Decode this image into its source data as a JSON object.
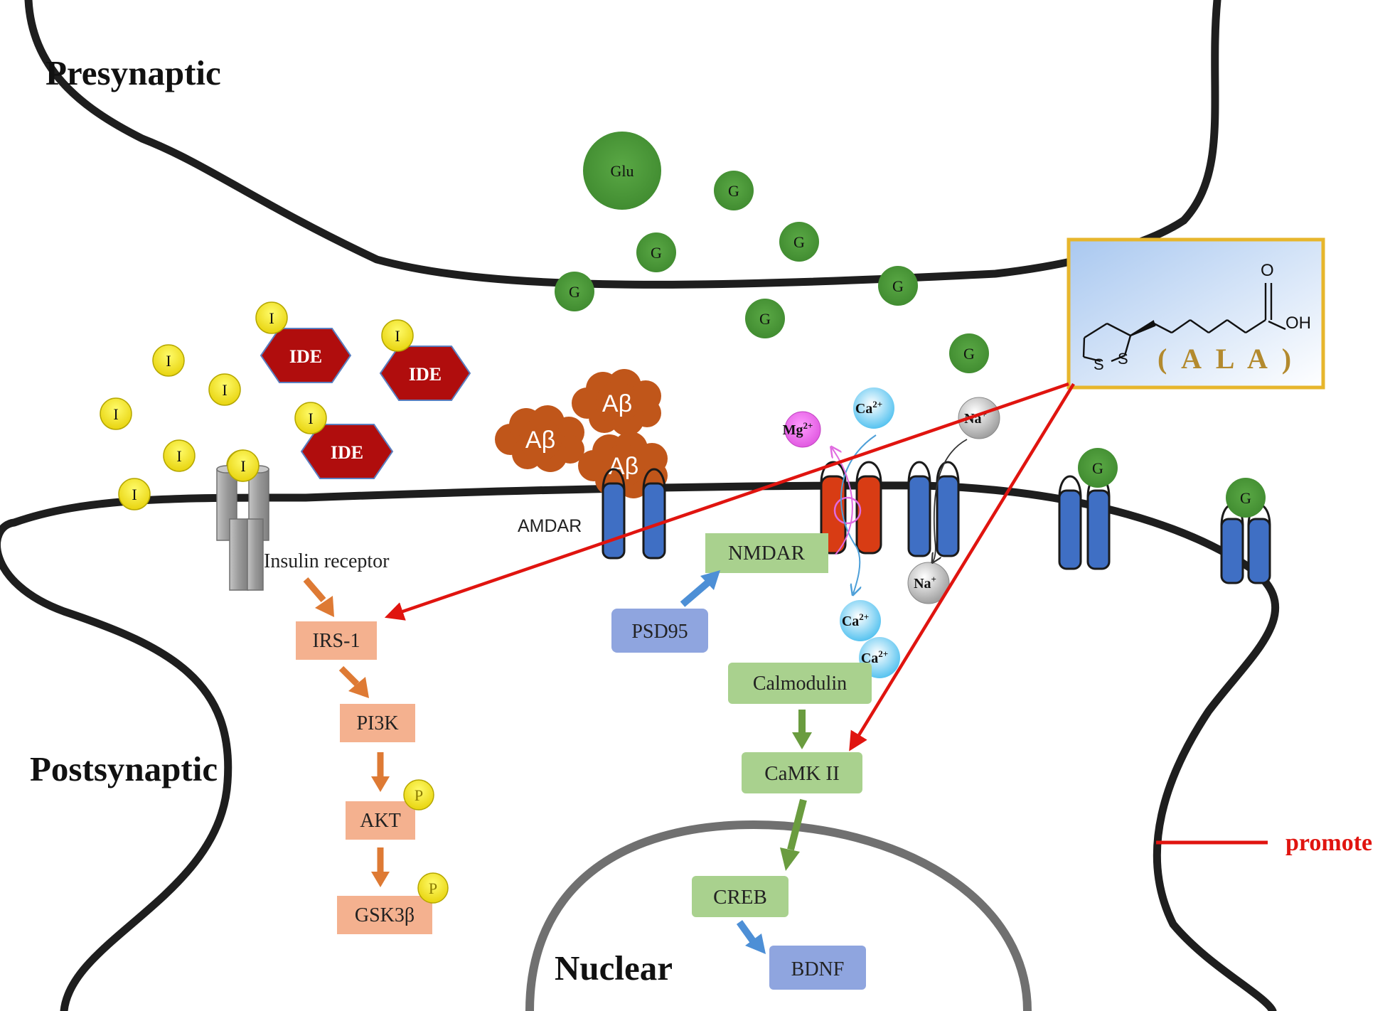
{
  "regions": {
    "presynaptic": "Presynaptic",
    "postsynaptic": "Postsynaptic",
    "nuclear": "Nuclear"
  },
  "molecules": {
    "glu": "Glu",
    "g": "G",
    "i": "I",
    "ide": "IDE",
    "abeta": "Aβ",
    "p": "P",
    "ca_base": "Ca",
    "ca_sup": "2+",
    "mg_base": "Mg",
    "mg_sup": "2+",
    "na_base": "Na",
    "na_sup": "+"
  },
  "labels": {
    "amdar": "AMDAR",
    "insulin_receptor": "Insulin receptor"
  },
  "boxes": {
    "irs1": "IRS-1",
    "pi3k": "PI3K",
    "akt": "AKT",
    "gsk3b": "GSK3β",
    "nmdar": "NMDAR",
    "psd95": "PSD95",
    "calmodulin": "Calmodulin",
    "camk2": "CaMK II",
    "creb": "CREB",
    "bdnf": "BDNF"
  },
  "ala": {
    "oh": "OH",
    "o": "O",
    "s1": "S",
    "s2": "S",
    "name": "( A L A )"
  },
  "legend": {
    "promote": "promote"
  },
  "colors": {
    "membrane": "#1e1e1e",
    "glutamate": "#4e9a3a",
    "insulin": "#f2e31a",
    "ide": "#b00d0d",
    "abeta": "#c0561a",
    "receptor_blue": "#3f6fc4",
    "nmda_red": "#d83c14",
    "insulin_receptor": "#9a9a9a",
    "orange_box": "#f4b18f",
    "green_box": "#a9d18e",
    "blue_box": "#8fa5df",
    "promote_red": "#e0140f",
    "ala_border": "#e7b62c",
    "ala_text": "#b38a2e"
  }
}
